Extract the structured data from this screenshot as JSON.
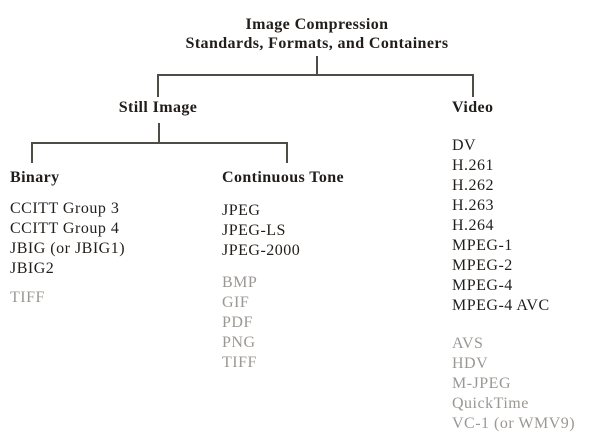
{
  "title": {
    "line1": "Image Compression",
    "line2": "Standards, Formats, and Containers"
  },
  "tree": {
    "still_image": {
      "label": "Still Image",
      "binary": {
        "label": "Binary",
        "standards": [
          "CCITT Group 3",
          "CCITT Group 4",
          "JBIG (or JBIG1)",
          "JBIG2"
        ],
        "formats": [
          "TIFF"
        ]
      },
      "continuous_tone": {
        "label": "Continuous Tone",
        "standards": [
          "JPEG",
          "JPEG-LS",
          "JPEG-2000"
        ],
        "formats": [
          "BMP",
          "GIF",
          "PDF",
          "PNG",
          "TIFF"
        ]
      }
    },
    "video": {
      "label": "Video",
      "standards": [
        "DV",
        "H.261",
        "H.262",
        "H.263",
        "H.264",
        "MPEG-1",
        "MPEG-2",
        "MPEG-4",
        "MPEG-4 AVC"
      ],
      "formats": [
        "AVS",
        "HDV",
        "M-JPEG",
        "QuickTime",
        "VC-1 (or WMV9)"
      ]
    }
  },
  "colors": {
    "text": "#211d1a",
    "muted_text": "#9b9894",
    "connector_line": "#4f4c47",
    "background": "#ffffff"
  }
}
